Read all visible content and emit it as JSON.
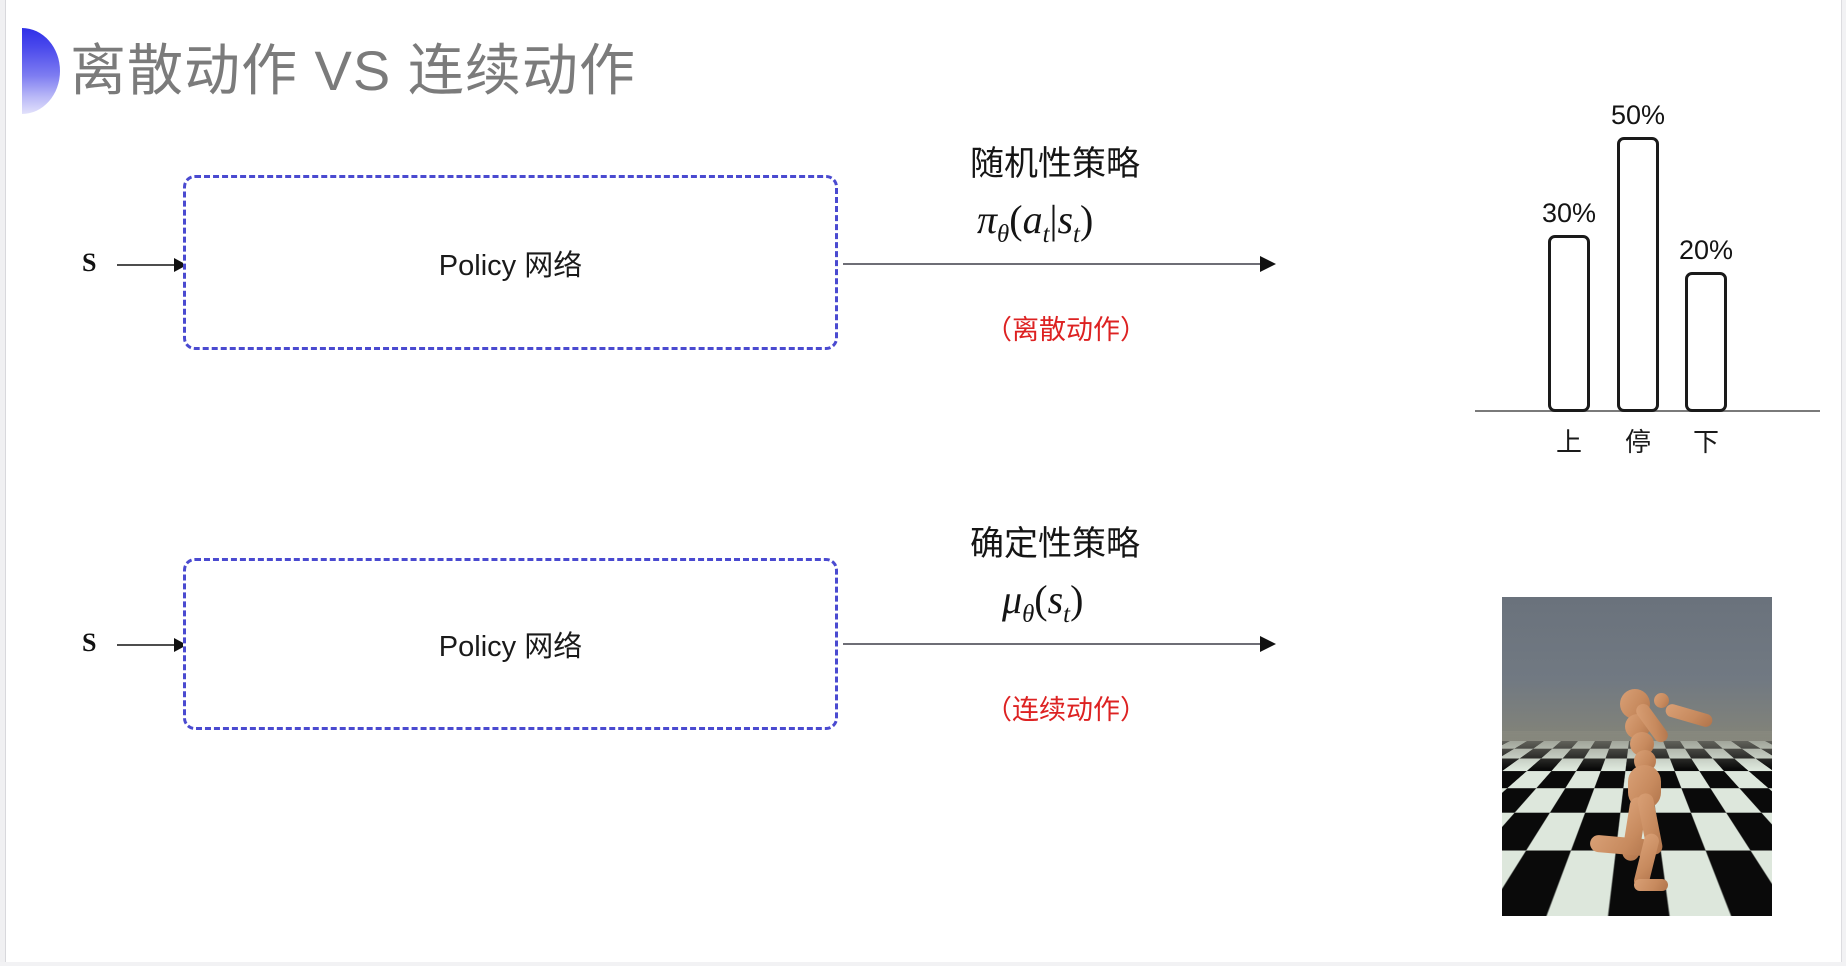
{
  "slide": {
    "title": "离散动作 VS 连续动作",
    "bullet_icon": "half-circle-gradient-decoration",
    "accent_color": "#3b3bea",
    "title_color": "#7b7b7b"
  },
  "discrete_row": {
    "input_label": "S",
    "box_label": "Policy 网络",
    "box_border_color": "#4a4ad0",
    "annotation_title": "随机性策略",
    "formula": {
      "base": "π",
      "theta": "θ",
      "open": "(",
      "action": "a",
      "action_sub": "t",
      "bar": "|",
      "state": "s",
      "state_sub": "t",
      "close": ")",
      "plain": "πθ(at|st)"
    },
    "annotation_note": "（离散动作）",
    "note_color": "#dd2222"
  },
  "continuous_row": {
    "input_label": "S",
    "box_label": "Policy 网络",
    "box_border_color": "#4a4ad0",
    "annotation_title": "确定性策略",
    "formula": {
      "base": "μ",
      "theta": "θ",
      "open": "(",
      "state": "s",
      "state_sub": "t",
      "close": ")",
      "plain": "μθ(st)"
    },
    "annotation_note": "（连续动作）",
    "note_color": "#dd2222",
    "sim_image_caption": "mujoco-humanoid-simulation"
  },
  "chart_data": {
    "type": "bar",
    "title": "",
    "categories": [
      "上",
      "停",
      "下"
    ],
    "values": [
      30,
      50,
      20
    ],
    "value_labels": [
      "30%",
      "50%",
      "20%"
    ],
    "ylim": [
      0,
      60
    ],
    "xlabel": "",
    "ylabel": "",
    "grid": false,
    "legend": "none",
    "bar_style": "outlined-rounded",
    "bar_border_color": "#1a1a1a",
    "axis_color": "#7a7a7a"
  }
}
